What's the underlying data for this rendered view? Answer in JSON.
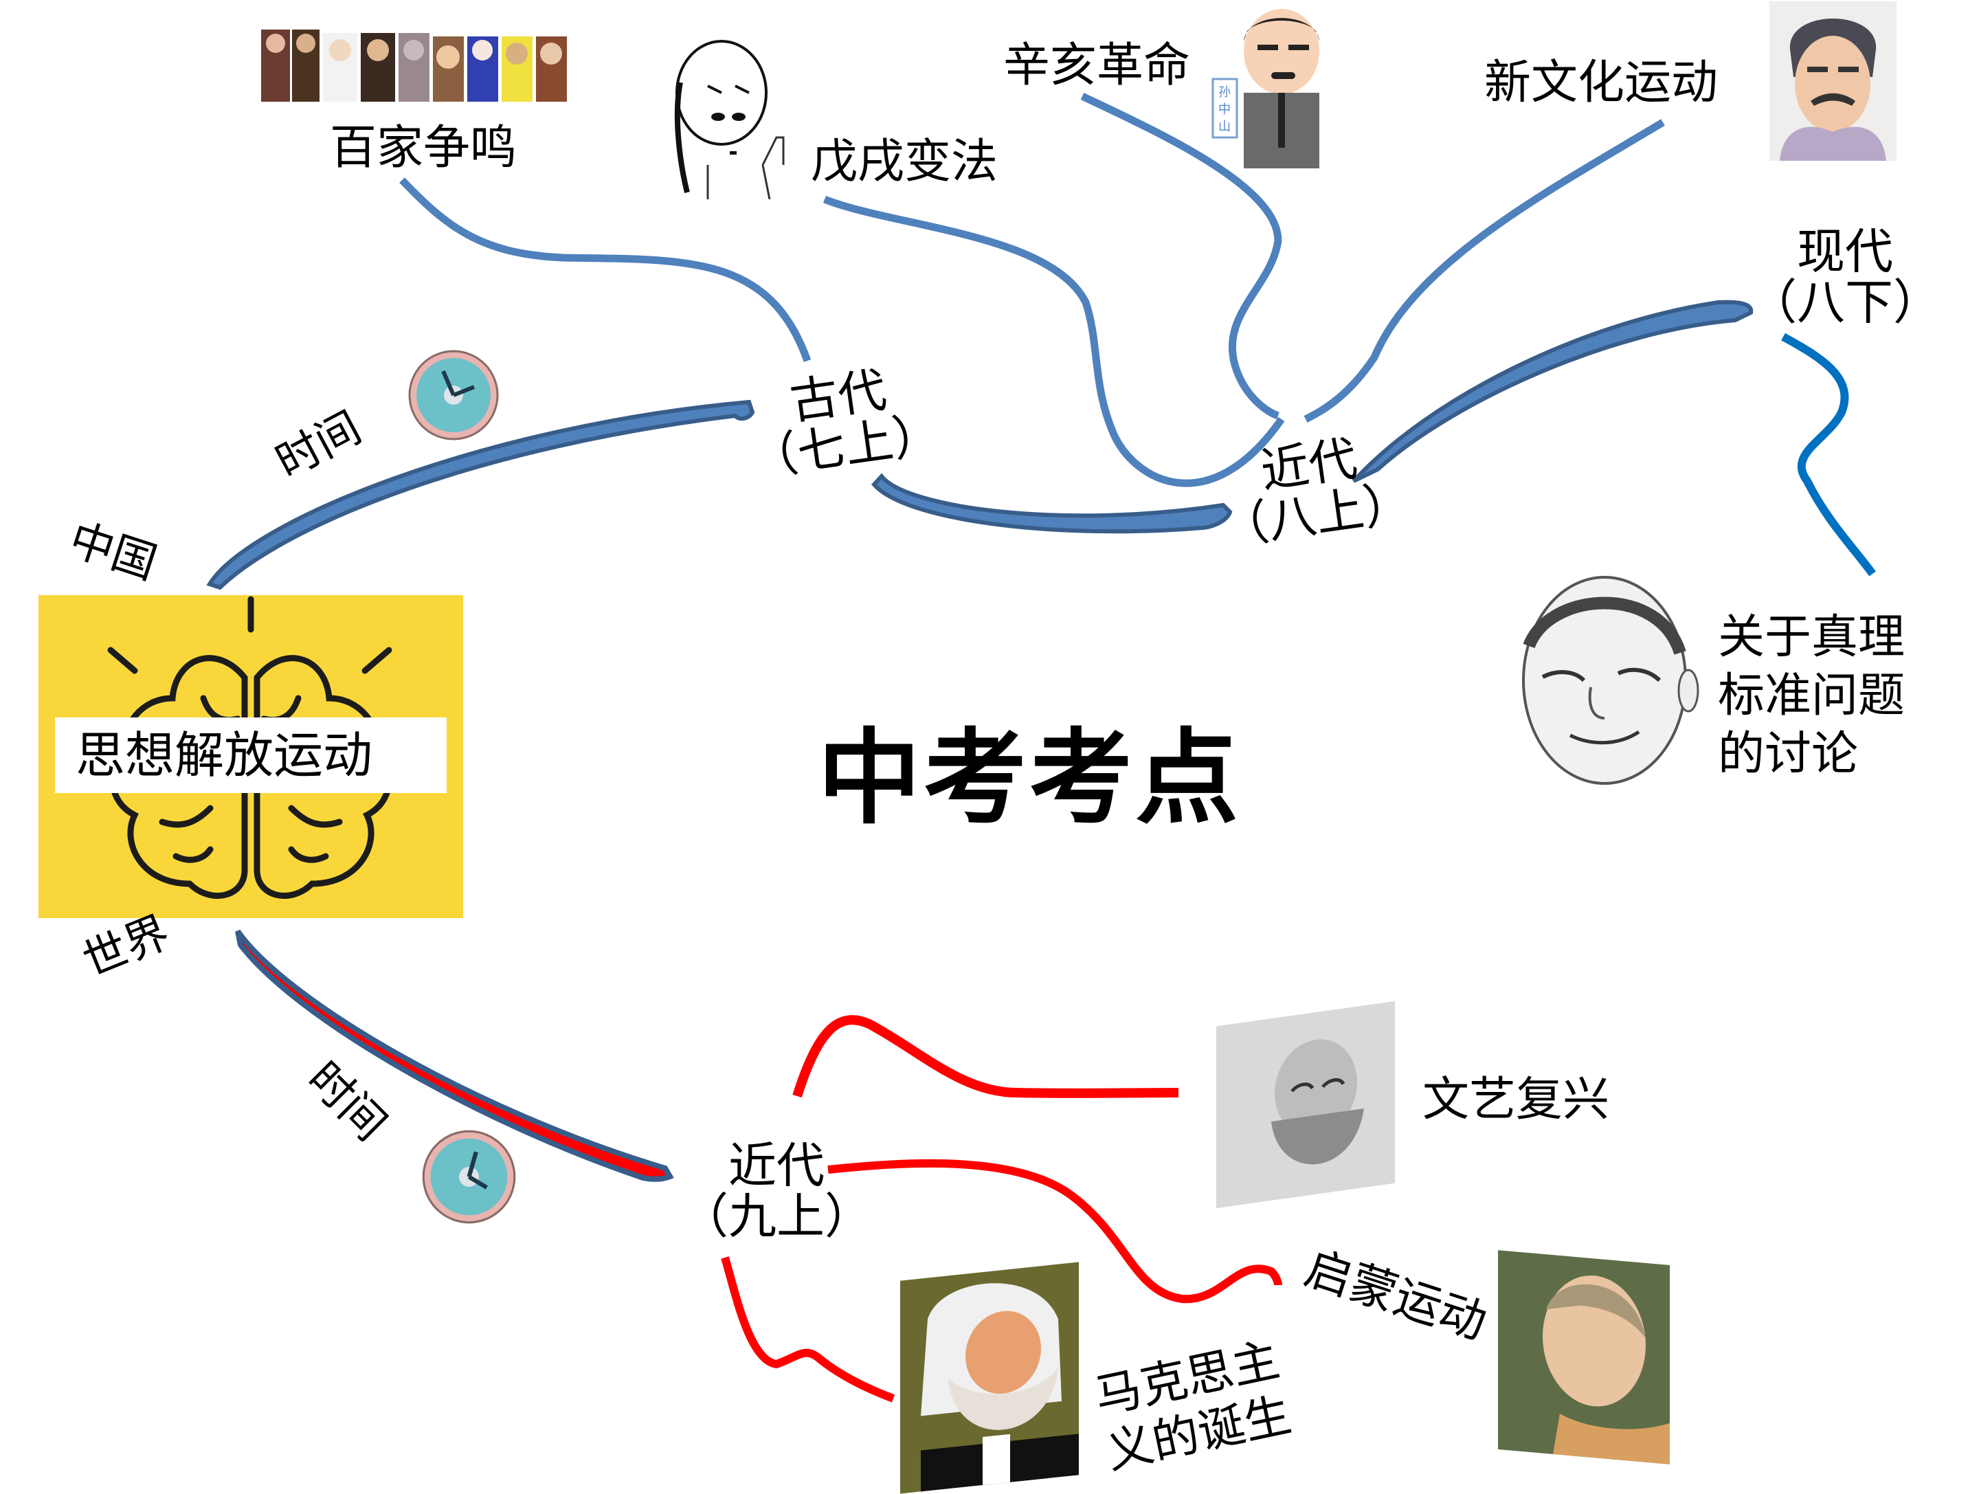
{
  "title": "中考考点",
  "center": {
    "label": "思想解放运动",
    "icon": "brain-lightbulb-icon",
    "background_color": "#f9d73a"
  },
  "branches": {
    "china": {
      "label": "中国",
      "time_label": "时间",
      "time_icon": "clock-icon",
      "color": "#4f81bd",
      "periods": [
        {
          "name": "古代",
          "grade": "（七上）",
          "topics": [
            {
              "label": "百家争鸣",
              "image": "hundred-schools-philosophers-image"
            }
          ]
        },
        {
          "name": "近代",
          "grade": "（八上）",
          "topics": [
            {
              "label": "戊戌变法",
              "image": "qing-reformer-cartoon-image"
            },
            {
              "label": "辛亥革命",
              "image": "sun-yat-sen-cartoon-image",
              "image_tag": "孙中山"
            },
            {
              "label": "新文化运动",
              "image": "lu-xun-portrait-image"
            }
          ]
        },
        {
          "name": "现代",
          "grade": "（八下）",
          "topics": [
            {
              "label": "关于真理\n标准问题\n的讨论",
              "image": "deng-xiaoping-sketch-image"
            }
          ]
        }
      ]
    },
    "world": {
      "label": "世界",
      "time_label": "时间",
      "time_icon": "clock-icon",
      "color": "#ff0000",
      "periods": [
        {
          "name": "近代",
          "grade": "（九上）",
          "topics": [
            {
              "label": "文艺复兴",
              "image": "leonardo-sketch-image"
            },
            {
              "label": "启蒙运动",
              "image": "montesquieu-portrait-image"
            },
            {
              "label": "马克思主\n义的诞生",
              "image": "karl-marx-portrait-image"
            }
          ]
        }
      ]
    }
  },
  "colors": {
    "china_arrow": "#4f81bd",
    "china_arrow_outline": "#385d8a",
    "china_link": "#4f81bd",
    "modern_link": "#0070c0",
    "world_arrow": "#ff0000",
    "world_link": "#ff0000",
    "clock_face": "#6cc0c8",
    "clock_rim": "#e8b4b0"
  }
}
